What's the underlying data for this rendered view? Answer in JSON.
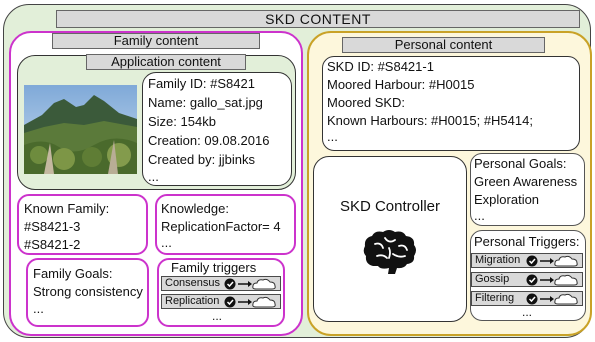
{
  "title": "SKD CONTENT",
  "family": {
    "title": "Family content",
    "application": {
      "title": "Application content",
      "family_id": "Family ID: #S8421",
      "name": "Name: gallo_sat.jpg",
      "size": "Size: 154kb",
      "creation": "Creation: 09.08.2016",
      "created_by": "Created by: jjbinks",
      "more": "..."
    },
    "known_family": {
      "title": "Known Family:",
      "items": [
        "#S8421-3",
        "#S8421-2"
      ]
    },
    "knowledge": {
      "title": "Knowledge:",
      "item": "ReplicationFactor= 4",
      "more": "..."
    },
    "goals": {
      "title": "Family Goals:",
      "item": "Strong consistency",
      "more": "..."
    },
    "triggers": {
      "title": "Family triggers",
      "items": [
        "Consensus",
        "Replication"
      ],
      "more": "..."
    }
  },
  "personal": {
    "title": "Personal content",
    "info": {
      "skd_id": "SKD ID: #S8421-1",
      "moored_harbour": "Moored Harbour: #H0015",
      "moored_skd": "Moored SKD:",
      "known_harbours": "Known Harbours: #H0015; #H5414;",
      "more": "..."
    },
    "controller": {
      "label": "SKD Controller",
      "icon": "brain-icon"
    },
    "goals": {
      "title": "Personal Goals:",
      "items": [
        "Green Awareness",
        "Exploration"
      ],
      "more": "..."
    },
    "triggers": {
      "title": "Personal Triggers:",
      "items": [
        "Migration",
        "Gossip",
        "Filtering"
      ],
      "more": "..."
    }
  },
  "colors": {
    "outer_fill": "#e2efd9",
    "family_border": "#cc33cc",
    "personal_border": "#c9a227",
    "personal_fill": "#fdf7dc",
    "app_fill": "#e2efd9",
    "pill_fill": "#d9d9d9"
  }
}
